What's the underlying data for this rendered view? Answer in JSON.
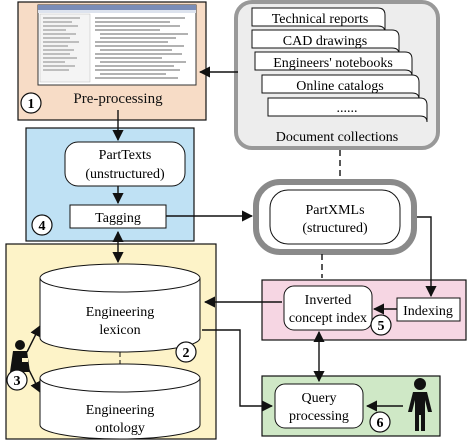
{
  "preprocessing": {
    "label": "Pre-processing",
    "badge": "1",
    "fill": "#f7dcc6"
  },
  "documents": {
    "items": [
      "Technical reports",
      "CAD drawings",
      "Engineers' notebooks",
      "Online catalogs",
      "......"
    ],
    "caption": "Document collections"
  },
  "tagging_module": {
    "parttexts_line1": "PartTexts",
    "parttexts_line2": "(unstructured)",
    "tagging_label": "Tagging",
    "badge": "4",
    "fill": "#bfe1f4"
  },
  "partxmls": {
    "line1": "PartXMLs",
    "line2": "(structured)"
  },
  "ontology_module": {
    "lexicon_line1": "Engineering",
    "lexicon_line2": "lexicon",
    "ontology_line1": "Engineering",
    "ontology_line2": "ontology",
    "badge_lexicon": "2",
    "badge_expert": "3",
    "fill": "#fdf3c8"
  },
  "index_module": {
    "index_line1": "Inverted",
    "index_line2": "concept index",
    "indexing_label": "Indexing",
    "badge": "5",
    "fill": "#f6d6e3"
  },
  "query_module": {
    "line1": "Query",
    "line2": "processing",
    "badge": "6",
    "fill": "#cfe8c6"
  }
}
